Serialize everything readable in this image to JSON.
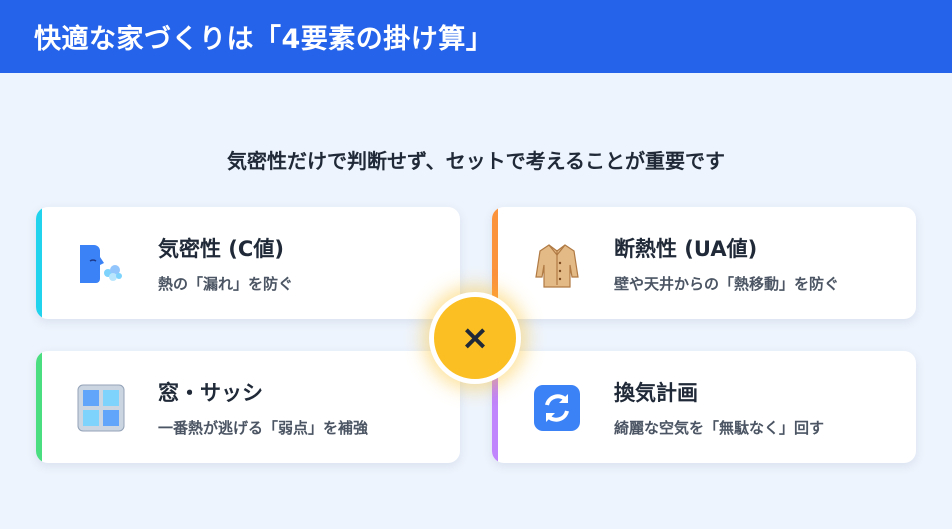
{
  "header": {
    "title": "快適な家づくりは「4要素の掛け算」"
  },
  "subtitle": "気密性だけで判断せず、セットで考えることが重要です",
  "cards": [
    {
      "id": "airtight",
      "title": "気密性 (C値)",
      "description": "熱の「漏れ」を防ぐ",
      "accent": "#22d3ee",
      "icon": "blowing-face-icon"
    },
    {
      "id": "insulation",
      "title": "断熱性 (UA値)",
      "description": "壁や天井からの「熱移動」を防ぐ",
      "accent": "#fb923c",
      "icon": "coat-icon"
    },
    {
      "id": "window",
      "title": "窓・サッシ",
      "description": "一番熱が逃げる「弱点」を補強",
      "accent": "#4ade80",
      "icon": "window-icon"
    },
    {
      "id": "ventilation",
      "title": "換気計画",
      "description": "綺麗な空気を「無駄なく」回す",
      "accent": "#c084fc",
      "icon": "cycle-arrows-icon"
    }
  ],
  "multiply_symbol": "×",
  "colors": {
    "header_bg": "#2563eb",
    "page_bg": "#eef4fd",
    "center_badge": "#fbbf24"
  }
}
